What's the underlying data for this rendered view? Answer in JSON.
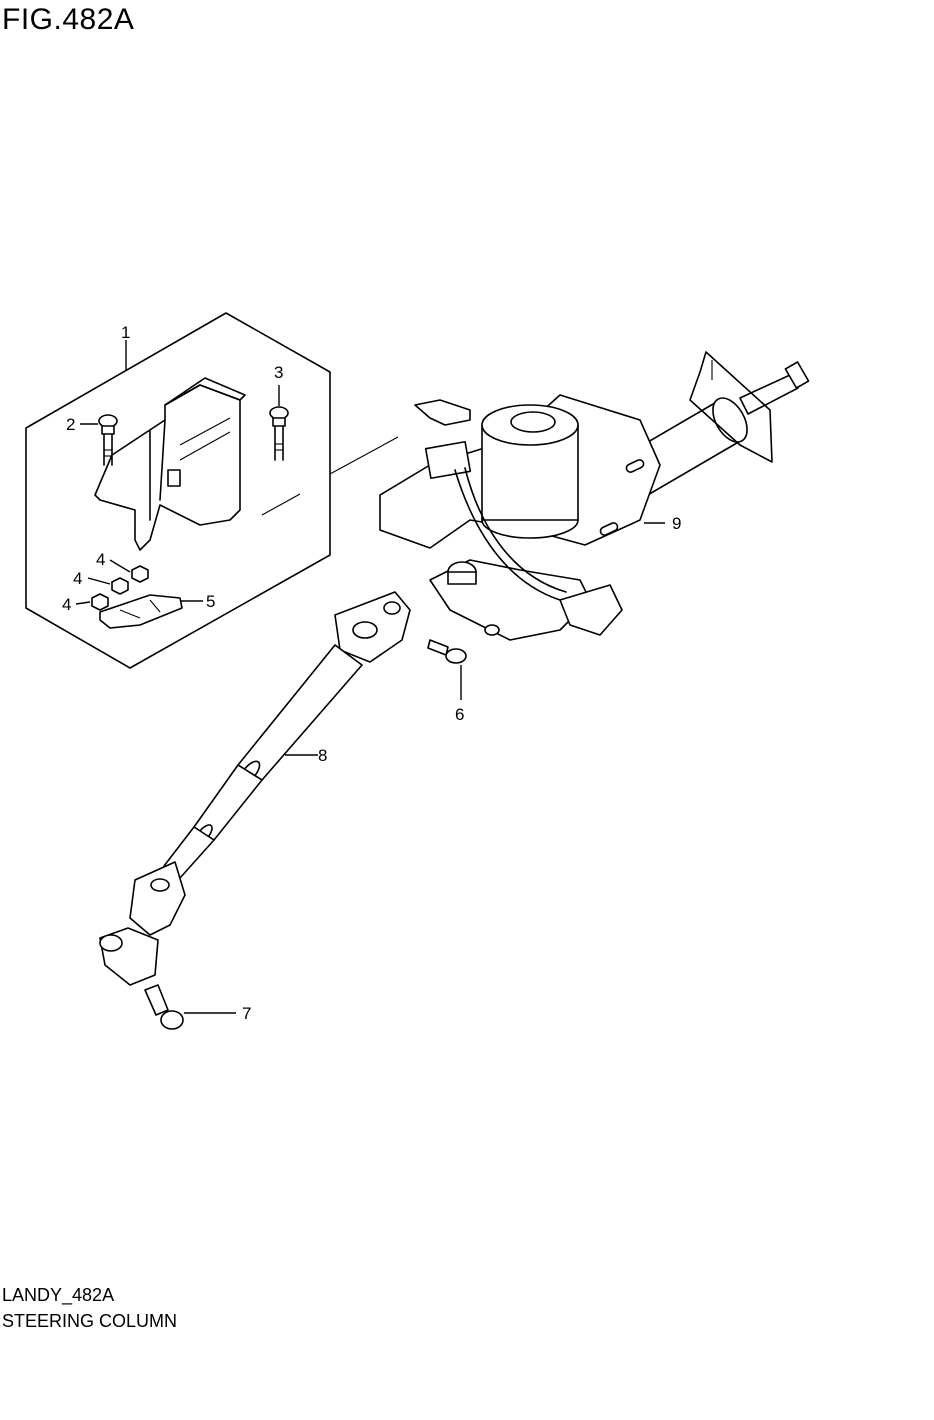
{
  "figure": {
    "title": "FIG.482A",
    "code": "LANDY_482A",
    "name": "STEERING COLUMN"
  },
  "callouts": {
    "c1": "1",
    "c2": "2",
    "c3": "3",
    "c4a": "4",
    "c4b": "4",
    "c4c": "4",
    "c5": "5",
    "c6": "6",
    "c7": "7",
    "c8": "8",
    "c9": "9"
  }
}
